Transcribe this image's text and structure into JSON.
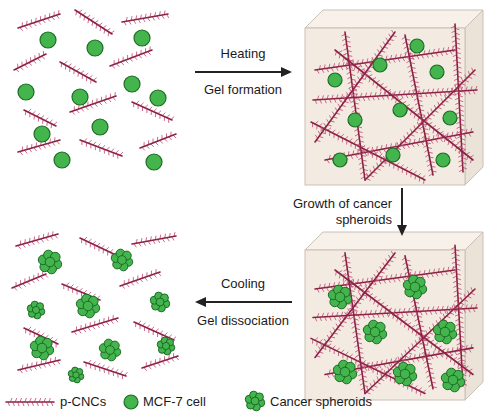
{
  "diagram": {
    "labels": [
      "Heating",
      "Gel formation",
      "Growth of cancer spheroids",
      "Cooling",
      "Gel dissociation"
    ],
    "legend": [
      {
        "text": "p-CNCs"
      },
      {
        "text": "MCF-7 cell"
      },
      {
        "text": "Cancer spheroids"
      }
    ]
  }
}
